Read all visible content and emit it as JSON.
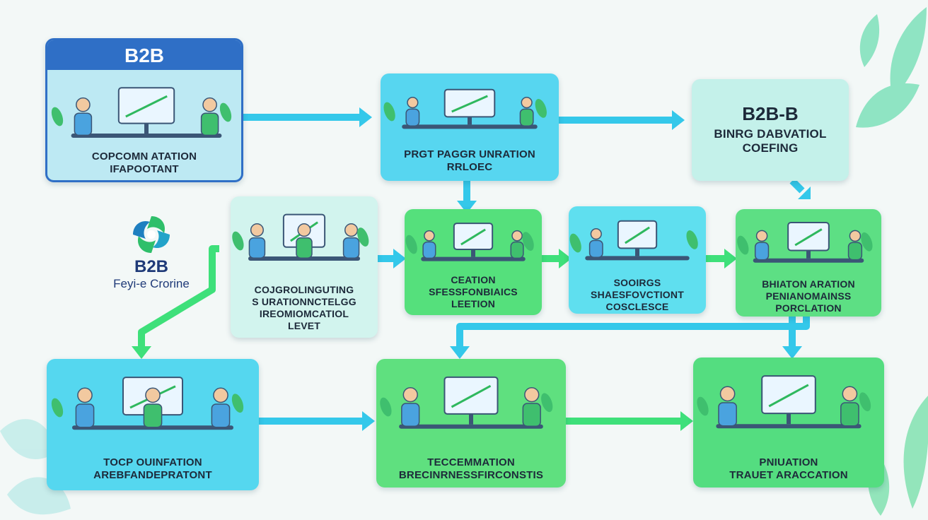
{
  "colors": {
    "blue": "#2f6fc6",
    "cyan": "#3ec9ea",
    "green": "#4fdc78",
    "mint": "#c8f1ea",
    "arrow_cyan": "#34c8ea",
    "arrow_green": "#3ee07a",
    "text_dark": "#1d2a3a"
  },
  "logo": {
    "icon": "swirl-logo-icon",
    "title": "B2B",
    "subtitle": "Feyi-e Crorine"
  },
  "nodes": [
    {
      "id": "card-1",
      "header": "B2B",
      "lines": [
        "COPCOMN ATATION",
        "IFAPOOTANT"
      ],
      "icon": "team-at-desk-illustration"
    },
    {
      "id": "card-2",
      "lines": [
        "PRGT PAGGR UNRATION",
        "RRLOEC"
      ],
      "icon": "meeting-illustration"
    },
    {
      "id": "card-3",
      "title": "B2B-B",
      "lines": [
        "BINRG DABVATIOL",
        "COEFING"
      ]
    },
    {
      "id": "card-4",
      "lines": [
        "COJGROLINGUTING",
        "S URATIONNCTELGG",
        "IREOMIOMCATIOL",
        "LEVET"
      ],
      "icon": "collaboration-illustration"
    },
    {
      "id": "card-5",
      "lines": [
        "CEATION",
        "SFESSFONBIAICS",
        "LEETION"
      ],
      "icon": "presentation-illustration"
    },
    {
      "id": "card-6",
      "lines": [
        "SOOIRGS",
        "SHAESFOVCTIONT",
        "COSCLESCE"
      ],
      "icon": "dashboard-illustration"
    },
    {
      "id": "card-7",
      "lines": [
        "BHIATON ARATION",
        "PENIANOMAINSS",
        "PORCLATION"
      ],
      "icon": "analytics-illustration"
    },
    {
      "id": "card-8",
      "lines": [
        "TOCP OUINFATION",
        "AREBFANDEPRATONT"
      ],
      "icon": "team-work-illustration"
    },
    {
      "id": "card-9",
      "lines": [
        "TECCEMMATION",
        "BRECINRNESSFIRCONSTIS"
      ],
      "icon": "growth-chart-illustration"
    },
    {
      "id": "card-10",
      "lines": [
        "PNIUATION",
        "TRAUET ARACCATION"
      ],
      "icon": "business-meeting-illustration"
    }
  ],
  "edges": [
    [
      "card-1",
      "card-2"
    ],
    [
      "card-2",
      "card-3"
    ],
    [
      "card-2",
      "card-5"
    ],
    [
      "card-3",
      "card-7"
    ],
    [
      "card-4",
      "card-5"
    ],
    [
      "card-5",
      "card-6"
    ],
    [
      "card-6",
      "card-7"
    ],
    [
      "card-7",
      "card-9"
    ],
    [
      "card-7",
      "card-10"
    ],
    [
      "card-4",
      "card-8"
    ],
    [
      "card-8",
      "card-9"
    ],
    [
      "card-9",
      "card-10"
    ]
  ]
}
